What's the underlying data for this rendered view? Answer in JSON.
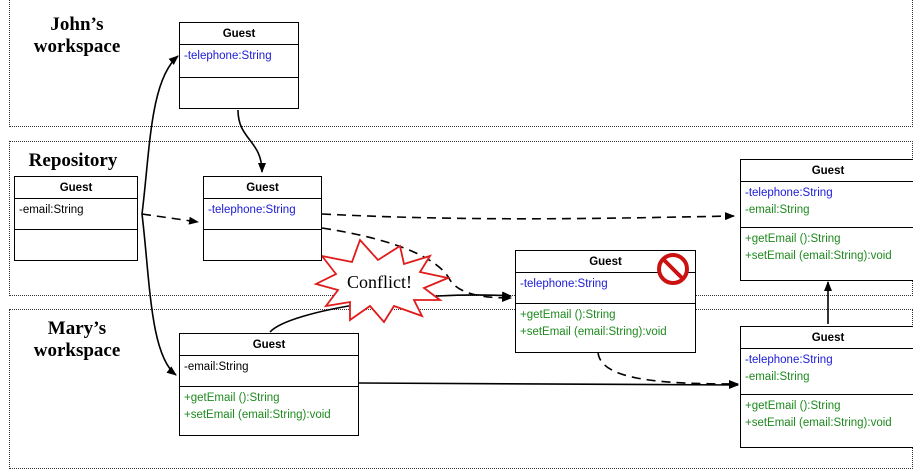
{
  "zones": {
    "john": "John’s\nworkspace",
    "repository": "Repository",
    "mary": "Mary’s\nworkspace"
  },
  "classes": {
    "john_guest": {
      "name": "Guest",
      "attributes": [
        "-telephone:String"
      ],
      "operations": []
    },
    "repo_guest": {
      "name": "Guest",
      "attributes": [
        "-email:String"
      ],
      "operations": []
    },
    "repo_guest2": {
      "name": "Guest",
      "attributes": [
        "-telephone:String"
      ],
      "operations": []
    },
    "mary_guest": {
      "name": "Guest",
      "attributes": [
        "-email:String"
      ],
      "operations": [
        "+getEmail ():String",
        "+setEmail (email:String):void"
      ]
    },
    "conflict_guest": {
      "name": "Guest",
      "attributes": [
        "-telephone:String"
      ],
      "operations": [
        "+getEmail ():String",
        "+setEmail (email:String):void"
      ]
    },
    "merged_repo_guest": {
      "name": "Guest",
      "attributes": [
        "-telephone:String",
        "-email:String"
      ],
      "operations": [
        "+getEmail ():String",
        "+setEmail (email:String):void"
      ]
    },
    "merged_mary_guest": {
      "name": "Guest",
      "attributes": [
        "-telephone:String",
        "-email:String"
      ],
      "operations": [
        "+getEmail ():String",
        "+setEmail (email:String):void"
      ]
    }
  },
  "conflict_label": "Conflict!",
  "colors": {
    "attribute": "#1a1ad6",
    "operation": "#1e8a1e",
    "noentry": "#cc1111"
  },
  "icons": {
    "noentry": "no-entry-icon",
    "conflict": "explosion-burst-icon"
  }
}
